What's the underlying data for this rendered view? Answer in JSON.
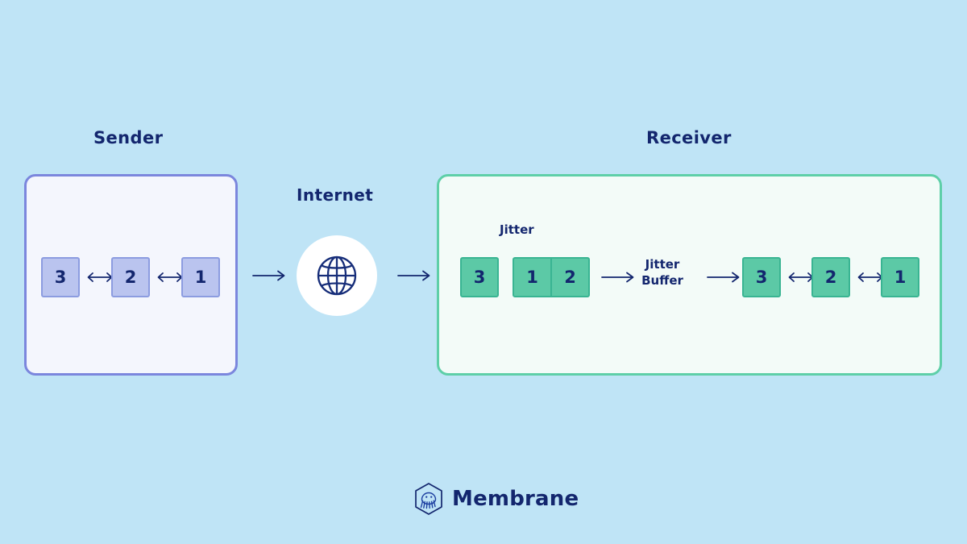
{
  "background_color": "#bfe4f6",
  "text_color": "#13266e",
  "diagram": {
    "title_sender": "Sender",
    "title_receiver": "Receiver",
    "title_internet": "Internet",
    "sender": {
      "panel_border_color": "#7b86dd",
      "panel_fill_color": "#f4f6fd",
      "packet_fill_color": "#bac4ef",
      "packet_border_color": "#8c9ce0",
      "packets": [
        {
          "label": "3"
        },
        {
          "label": "2"
        },
        {
          "label": "1"
        }
      ],
      "separators": [
        "double-arrow",
        "double-arrow"
      ]
    },
    "internet": {
      "icon": "globe-icon",
      "bubble_color": "#ffffff"
    },
    "receiver": {
      "panel_border_color": "#5ecfa8",
      "panel_fill_color": "#f3fbf8",
      "packet_fill_color": "#5cc9a6",
      "packet_border_color": "#39b492",
      "jitter_label": "Jitter",
      "jitter_buffer_label": "Jitter\nBuffer",
      "jitter_buffer_label_line1": "Jitter",
      "jitter_buffer_label_line2": "Buffer",
      "incoming_packets": [
        {
          "label": "3"
        },
        {
          "label": "1"
        },
        {
          "label": "2"
        }
      ],
      "outgoing_packets": [
        {
          "label": "3"
        },
        {
          "label": "2"
        },
        {
          "label": "1"
        }
      ]
    },
    "arrows": [
      {
        "name": "sender-to-internet",
        "type": "single"
      },
      {
        "name": "internet-to-receiver",
        "type": "single"
      },
      {
        "name": "packets-to-jitter-buffer",
        "type": "single"
      },
      {
        "name": "jitter-buffer-to-output",
        "type": "single"
      }
    ]
  },
  "footer": {
    "brand_name": "Membrane",
    "brand_icon": "jellyfish-hexagon-logo"
  }
}
